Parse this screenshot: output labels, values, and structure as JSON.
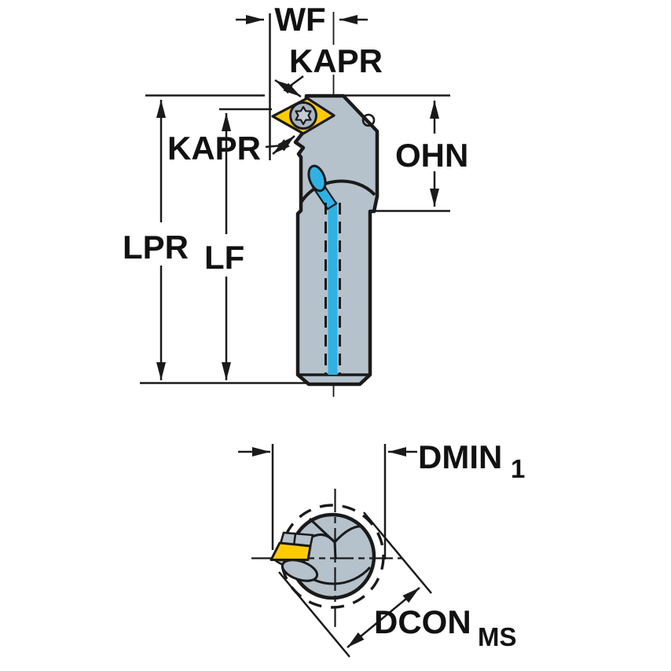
{
  "labels": {
    "wf": "WF",
    "kapr_top": "KAPR",
    "kapr_side": "KAPR",
    "ohn": "OHN",
    "lpr": "LPR",
    "lf": "LF",
    "dmin": "DMIN",
    "dmin_sub": "1",
    "dcon": "DCON",
    "dcon_sub": "MS"
  },
  "colors": {
    "background": "#ffffff",
    "outline": "#1a1a1a",
    "body": "#b5c1cb",
    "insert": "#ffcb00",
    "screw": "#a9b5c0",
    "screw_star": "#c3ccd4",
    "coolant": "#2fb2e3",
    "text": "#111111"
  }
}
